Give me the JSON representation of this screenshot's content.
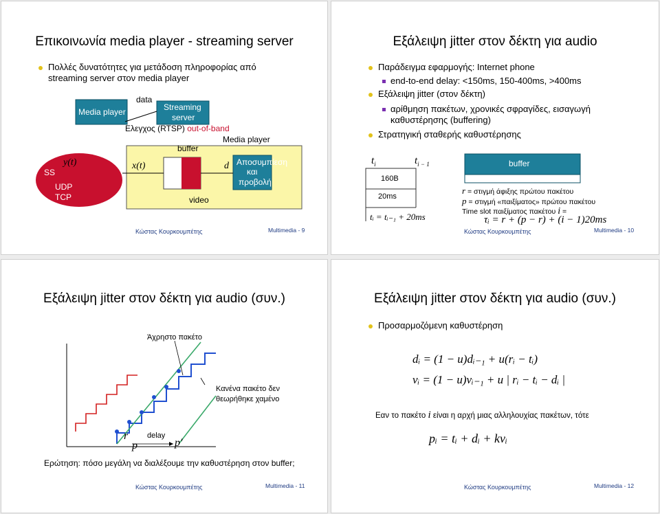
{
  "slide1": {
    "title": "Επικοινωνία media player - streaming server",
    "bullet": "Πολλές δυνατότητες για μετάδοση πληροφορίας από streaming server στον media player",
    "ss": "SS",
    "udp": "UDP",
    "tcp": "TCP",
    "yt": "y(t)",
    "xt": "x(t)",
    "d": "d",
    "media_player_left": "Media player",
    "data": "data",
    "streaming": "Streaming",
    "server": "server",
    "rtsp_prefix": "Ελεγχος (RTSP)",
    "rtsp_suffix": "out-of-band",
    "media_player_right": "Media player",
    "buffer": "buffer",
    "video": "video",
    "decompress1": "Αποσυμπίεση",
    "decompress2": "και",
    "decompress3": "προβολή",
    "author": "Κώστας Κουρκουμπέτης",
    "slideno": "Multimedia - 9"
  },
  "slide2": {
    "title": "Εξάλειψη jitter στον δέκτη για audio",
    "b1": "Παράδειγμα εφαρμογής: Internet phone",
    "b1a": "end-to-end delay: <150ms, 150-400ms, >400ms",
    "b2": "Εξάλειψη jitter (στον δέκτη)",
    "b2a1": "αρίθμηση πακέτων, χρονικές σφραγίδες, εισαγωγή",
    "b2a2": "καθυστέρησης (buffering)",
    "b3": "Στρατηγική σταθερής καθυστέρησης",
    "ti": "t",
    "ti_sub": "i",
    "ti1": "t",
    "ti1_sub": "i − 1",
    "b160": "160B",
    "ms20": "20ms",
    "eq_ti": "tᵢ = tᵢ₋₁ + 20ms",
    "buffer": "buffer",
    "r_def": "= στιγμή άφιξης πρώτου πακέτου",
    "p_def": "= στιγμή «παιξίματος» πρώτου πακέτου",
    "timeslot": "Time slot παιξίματος πακέτου",
    "eq_tau": "τᵢ = r + (p − r) + (i − 1)20ms",
    "r_sym": "r",
    "p_sym": "p",
    "i_sym": "i",
    "eq_sign": "=",
    "author": "Κώστας Κουρκουμπέτης",
    "slideno": "Multimedia - 10"
  },
  "slide3": {
    "title": "Εξάλειψη jitter στον δέκτη για audio (συν.)",
    "unused": "Άχρηστο πακέτο",
    "none1": "Κανένα πακέτο δεν",
    "none2": "θεωρήθηκε χαμένο",
    "r": "r",
    "p": "p",
    "delay": "delay",
    "pprime": "p'",
    "question": "Ερώτηση: πόσο μεγάλη να διαλέξουμε την καθυστέρηση στον buffer;",
    "author": "Κώστας Κουρκουμπέτης",
    "slideno": "Multimedia - 11"
  },
  "slide4": {
    "title": "Εξάλειψη jitter στον δέκτη για audio (συν.)",
    "b1": "Προσαρμοζόμενη καθυστέρηση",
    "eq_d": "dᵢ = (1 − u)dᵢ₋₁ + u(rᵢ − tᵢ)",
    "eq_v": "vᵢ = (1 − u)vᵢ₋₁ + u | rᵢ − tᵢ − dᵢ |",
    "cond_pre": "Εαν το πακέτο",
    "cond_i": "i",
    "cond_post": "είναι η αρχή μιας αλληλουχίας πακέτων, τότε",
    "eq_p": "pᵢ = tᵢ + dᵢ + kvᵢ",
    "author": "Κώστας Κουρκουμπέτης",
    "slideno": "Multimedia - 12"
  },
  "colors": {
    "ellipse": "#c8102e",
    "yellow_box": "#fbf6a8",
    "teal_box": "#1e7f9a",
    "bullet_dot": "#e2c21a",
    "bullet_sq": "#7a2fb0",
    "author": "#1f3b82",
    "out_of_band": "#c8102e",
    "line_blue": "#1f4fd0",
    "line_green": "#3aa96a",
    "line_red": "#d21e1e"
  }
}
